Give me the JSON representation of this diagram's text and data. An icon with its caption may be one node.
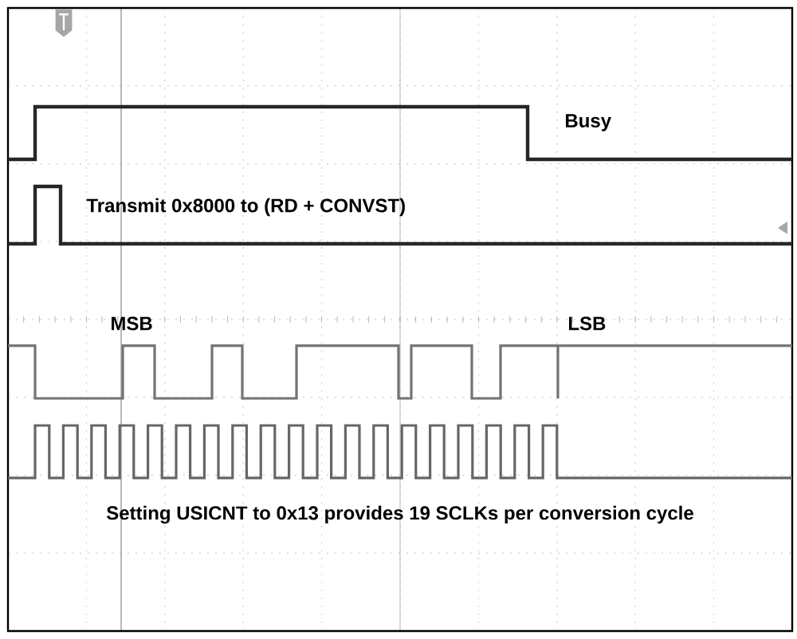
{
  "diagram": {
    "labels": [
      "Busy",
      "Transmit 0x8000 to (RD + CONVST)",
      "MSB",
      "LSB",
      "Setting USICNT to 0x13 provides 19 SCLKs per conversion cycle"
    ]
  }
}
